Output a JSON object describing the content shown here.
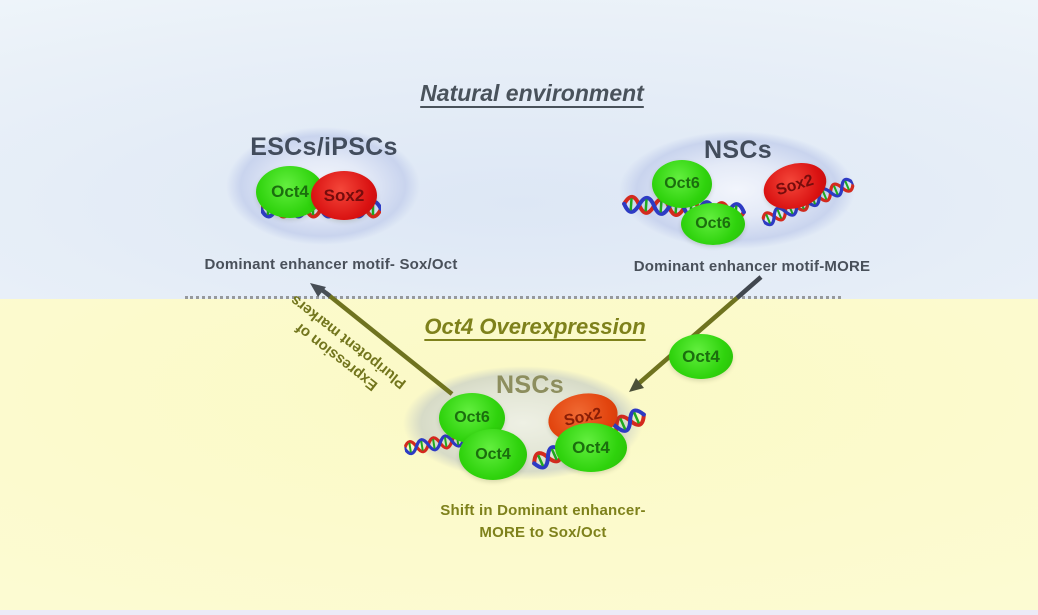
{
  "natural": {
    "title": "Natural environment",
    "left_cell": {
      "label": "ESCs/iPSCs",
      "proteins": [
        {
          "label": "Oct4"
        },
        {
          "label": "Sox2"
        }
      ],
      "caption": "Dominant enhancer motif- Sox/Oct"
    },
    "right_cell": {
      "label": "NSCs",
      "proteins": [
        {
          "label": "Oct6"
        },
        {
          "label": "Oct6"
        },
        {
          "label": "Sox2"
        }
      ],
      "caption": "Dominant enhancer motif-MORE"
    }
  },
  "overexpression": {
    "title": "Oct4 Overexpression",
    "floating_protein": {
      "label": "Oct4"
    },
    "cell": {
      "label": "NSCs",
      "proteins": [
        {
          "label": "Oct6"
        },
        {
          "label": "Oct4"
        },
        {
          "label": "Sox2"
        },
        {
          "label": "Oct4"
        }
      ]
    },
    "arrow_label": {
      "line1": "Expression of",
      "line2": "Pluripotent markers"
    },
    "caption": {
      "line1": "Shift in Dominant enhancer-",
      "line2": "MORE to Sox/Oct"
    }
  },
  "colors": {
    "top_background": "#e7eef8",
    "bottom_background": "#fbfad0",
    "cell_blue": "#ccd7ef",
    "cell_gray_green": "#e0e4d2",
    "protein_green": "#2fd30d",
    "protein_red": "#d91111",
    "protein_orange_red": "#e2440e",
    "olive_accent": "#7e811b",
    "dark_gray_text": "#49505a",
    "arrow_olive": "#6f731f",
    "arrow_dark": "#474e56"
  }
}
